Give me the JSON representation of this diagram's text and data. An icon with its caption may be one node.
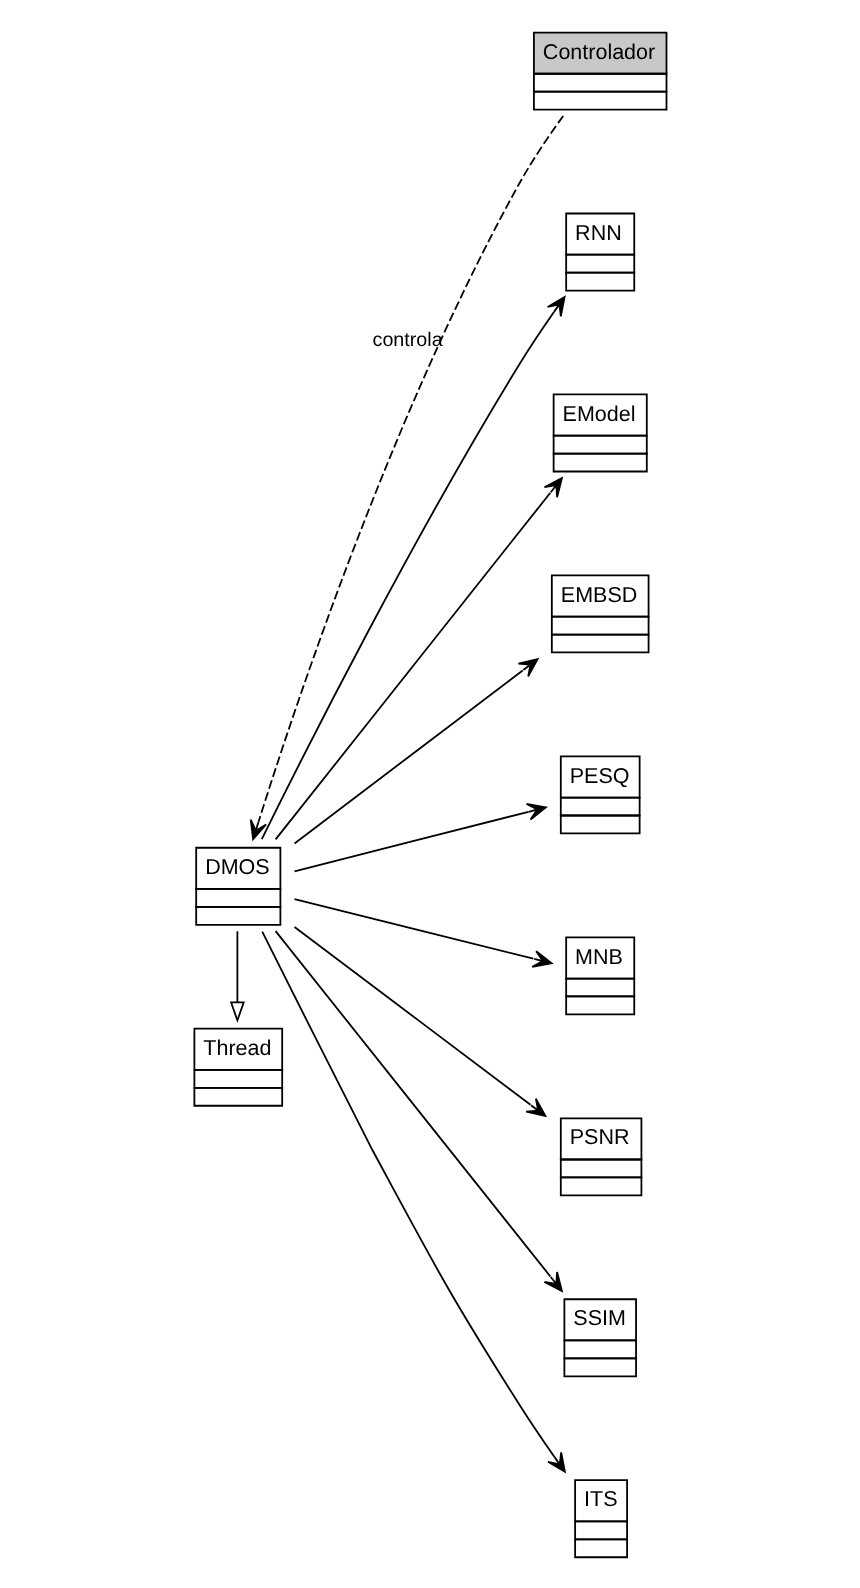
{
  "diagram": {
    "nodes": [
      {
        "text": [
          "Thread"
        ]
      },
      {
        "text": [
          "Controlador"
        ]
      },
      {
        "text": [
          "DMOS"
        ]
      },
      {
        "text": [
          "RNN"
        ]
      },
      {
        "text": [
          "EModel"
        ]
      },
      {
        "text": [
          "EMBSD"
        ]
      },
      {
        "text": [
          "PESQ"
        ]
      },
      {
        "text": [
          "MNB"
        ]
      },
      {
        "text": [
          "PSNR"
        ]
      },
      {
        "text": [
          "SSIM"
        ]
      },
      {
        "text": [
          "ITS"
        ]
      }
    ],
    "edges": [
      {
        "from": 2,
        "to": 0,
        "arrow": "to"
      },
      {
        "from": 1,
        "to": 2,
        "arrow": "to",
        "label": "controla",
        "style": "dashed"
      },
      {
        "from": 2,
        "to": 3,
        "arrow": "to"
      },
      {
        "from": 2,
        "to": 4,
        "arrow": "to"
      },
      {
        "from": 2,
        "to": 5,
        "arrow": "to"
      },
      {
        "from": 2,
        "to": 6,
        "arrow": "to"
      },
      {
        "from": 2,
        "to": 7,
        "arrow": "to"
      },
      {
        "from": 2,
        "to": 8,
        "arrow": "to"
      },
      {
        "from": 2,
        "to": 9,
        "arrow": "to"
      },
      {
        "from": 2,
        "to": 10,
        "arrow": "to"
      }
    ]
  }
}
